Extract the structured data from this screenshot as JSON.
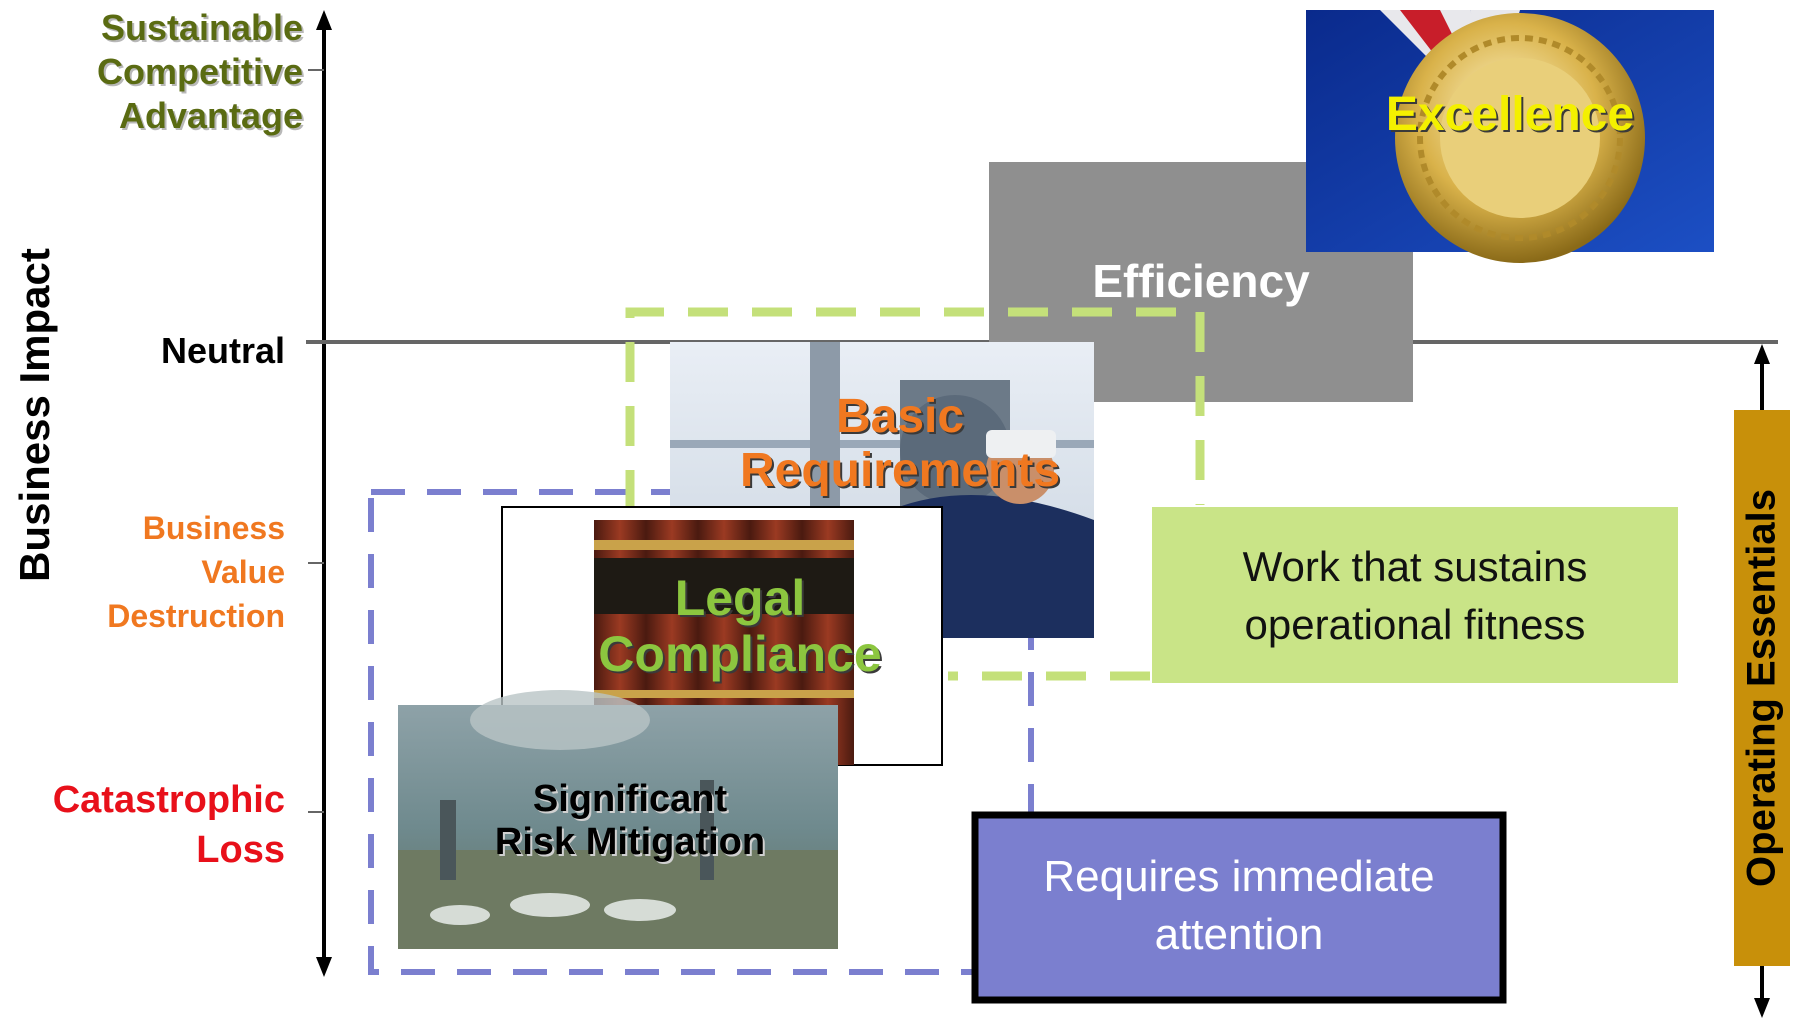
{
  "axis": {
    "title": "Business Impact",
    "levels": {
      "top": [
        "Sustainable",
        "Competitive",
        "Advantage"
      ],
      "neutral": "Neutral",
      "destruction": [
        "Business",
        "Value",
        "Destruction"
      ],
      "catastrophic": [
        "Catastrophic",
        "Loss"
      ]
    }
  },
  "colors": {
    "top_label": "#5a6b12",
    "destruction_label": "#f07820",
    "catastrophic_label": "#e8101a",
    "green_dash": "#c4e07a",
    "blue_dash": "#7b7fcf",
    "efficiency_box": "#8f8f8f",
    "requires_box": "#7b7fcf",
    "fitness_box": "#c9e487",
    "essentials_bar": "#c8900a"
  },
  "stages": {
    "excellence": "Excellence",
    "efficiency": "Efficiency",
    "basic": [
      "Basic",
      "Requirements"
    ],
    "legal": [
      "Legal",
      "Compliance"
    ],
    "risk": [
      "Significant",
      "Risk Mitigation"
    ]
  },
  "callouts": {
    "fitness": [
      "Work that sustains",
      "operational fitness"
    ],
    "attention": [
      "Requires immediate",
      "attention"
    ]
  },
  "side_bar": "Operating Essentials"
}
